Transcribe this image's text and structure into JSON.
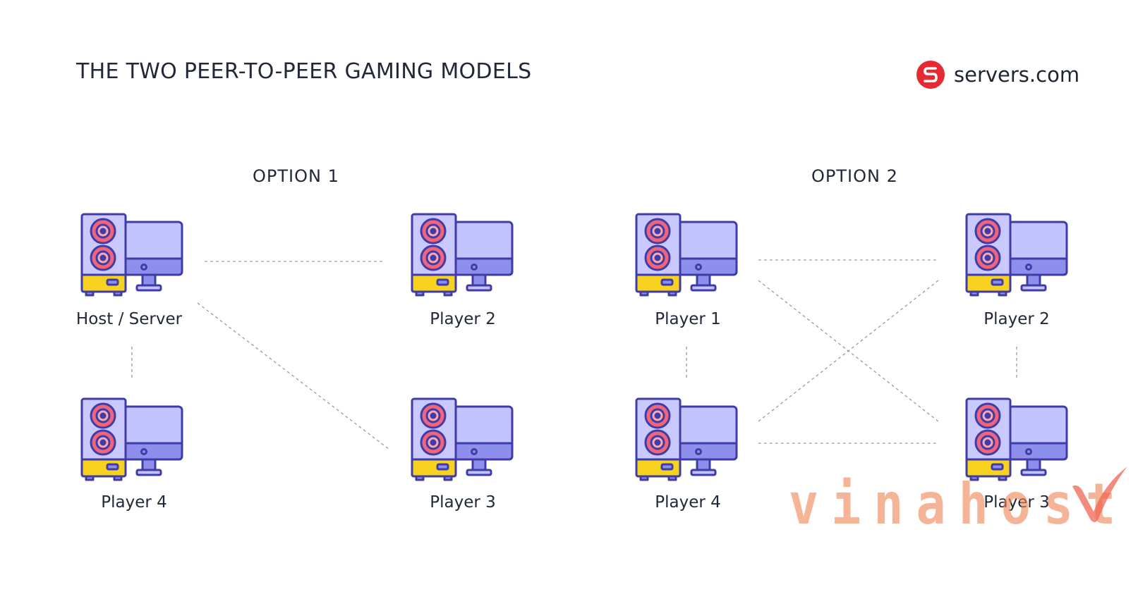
{
  "header": {
    "title": "THE TWO PEER-TO-PEER GAMING MODELS",
    "brand_name": "servers.com",
    "brand_color": "#e52a33"
  },
  "options": [
    {
      "title": "OPTION 1",
      "nodes": [
        "Host / Server",
        "Player 2",
        "Player 4",
        "Player 3"
      ]
    },
    {
      "title": "OPTION 2",
      "nodes": [
        "Player 1",
        "Player 2",
        "Player 4",
        "Player 3"
      ]
    }
  ],
  "watermark": {
    "text": "vinahost.",
    "color": "#ec824e"
  },
  "icon_colors": {
    "outline": "#3f3ca8",
    "tower": "#c9c8ff",
    "screen": "#c3c3ff",
    "screen_band": "#8e8eec",
    "fan": "#f0657b",
    "fan_inner": "#f9a7b2",
    "base": "#f7d21e",
    "connector": "#9a9aa0"
  }
}
